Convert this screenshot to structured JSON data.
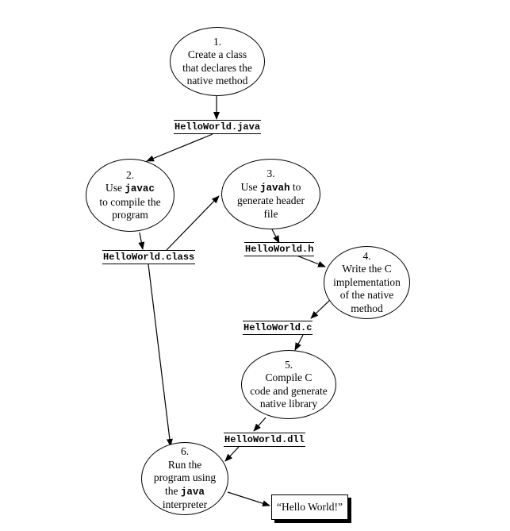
{
  "steps": [
    {
      "number": "1.",
      "lines": [
        "Create a class",
        "that declares the",
        "native method"
      ]
    },
    {
      "number": "2.",
      "line1_pre": "Use ",
      "line1_code": "javac",
      "lines": [
        "to compile the",
        "program"
      ]
    },
    {
      "number": "3.",
      "line1_pre": "Use ",
      "line1_code": "javah",
      "line1_post": " to",
      "lines": [
        "generate header",
        "file"
      ]
    },
    {
      "number": "4.",
      "lines": [
        "Write the C",
        "implementation",
        "of the native",
        "method"
      ]
    },
    {
      "number": "5.",
      "lines": [
        "Compile C",
        "code and generate",
        "native library"
      ]
    },
    {
      "number": "6.",
      "lines": [
        "Run the",
        "program using"
      ],
      "line_pre": "the ",
      "line_code": "java",
      "last_line": "interpreter"
    }
  ],
  "files": {
    "java": "HelloWorld.java",
    "class": "HelloWorld.class",
    "h": "HelloWorld.h",
    "c": "HelloWorld.c",
    "dll": "HelloWorld.dll"
  },
  "output": "“Hello World!”"
}
